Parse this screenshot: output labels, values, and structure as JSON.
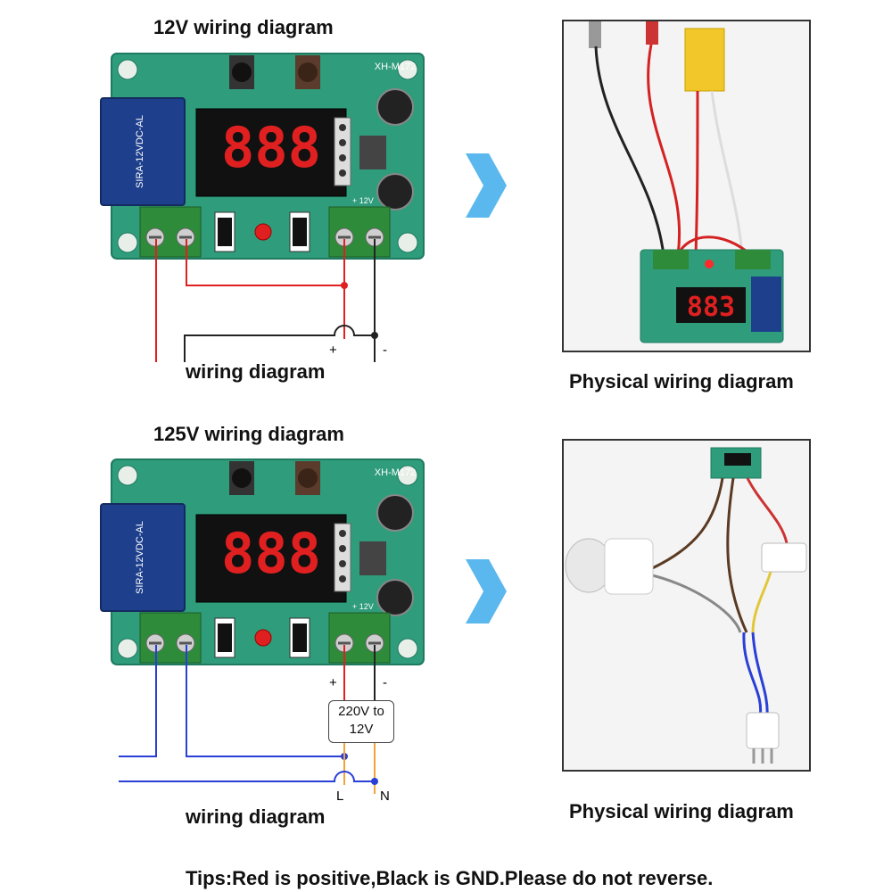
{
  "sections": [
    {
      "title": "12V wiring diagram",
      "diagram_caption": "wiring diagram",
      "photo_caption": "Physical wiring diagram",
      "polarity": {
        "plus": "+",
        "minus": "-"
      }
    },
    {
      "title": "125V wiring diagram",
      "diagram_caption": "wiring diagram",
      "photo_caption": "Physical wiring diagram",
      "polarity": {
        "plus": "+",
        "minus": "-"
      },
      "converter_line1": "220V to",
      "converter_line2": "12V",
      "mains": {
        "live": "L",
        "neutral": "N"
      }
    }
  ],
  "board": {
    "model": "XH-M172",
    "relay_text": "SIRA-12VDC-AL",
    "display_digits": "888",
    "terminal_voltage": "+ 12V"
  },
  "photo_display": "883",
  "tips": "Tips:Red is positive,Black is GND.Please do not reverse.",
  "colors": {
    "pcb": "#2f9c7c",
    "relay": "#1d3f8c",
    "terminal": "#2e8b3a",
    "red_wire": "#e02020",
    "black_wire": "#222222",
    "blue_wire": "#2a3fd6",
    "orange_wire": "#f2a33a",
    "arrow": "#5bb8ee"
  }
}
